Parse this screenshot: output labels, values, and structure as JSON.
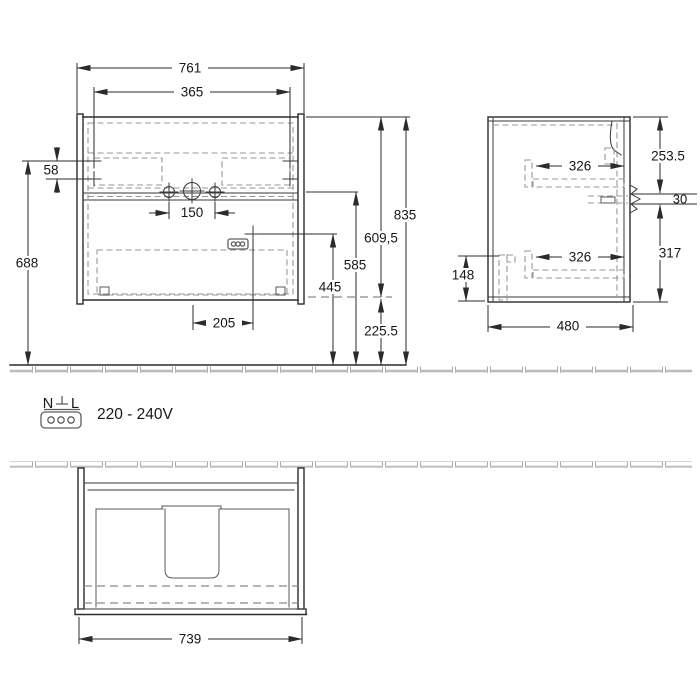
{
  "front_view": {
    "dimensions": {
      "overall_width": "761",
      "fixing_holes_width": "365",
      "fixing_holes_offset": "58",
      "fixing_height": "688",
      "tap_hole_spacing": "150",
      "socket_offset_x": "205",
      "socket_height": "445",
      "tap_hole_height": "585",
      "body_height": "609,5",
      "top_edge_height": "835",
      "bottom_edge_height": "225.5"
    }
  },
  "side_view": {
    "dimensions": {
      "upper_rail_depth": "326",
      "lower_rail_depth": "326",
      "upper_section_height": "253.5",
      "siphon_cutout_height": "30",
      "lower_section_height": "317",
      "bracket_height": "148",
      "overall_depth": "480"
    }
  },
  "plan_view": {
    "dimensions": {
      "overall_width": "739"
    }
  },
  "electrical": {
    "neutral_label": "N",
    "line_label": "L",
    "voltage_range": "220 - 240V"
  }
}
